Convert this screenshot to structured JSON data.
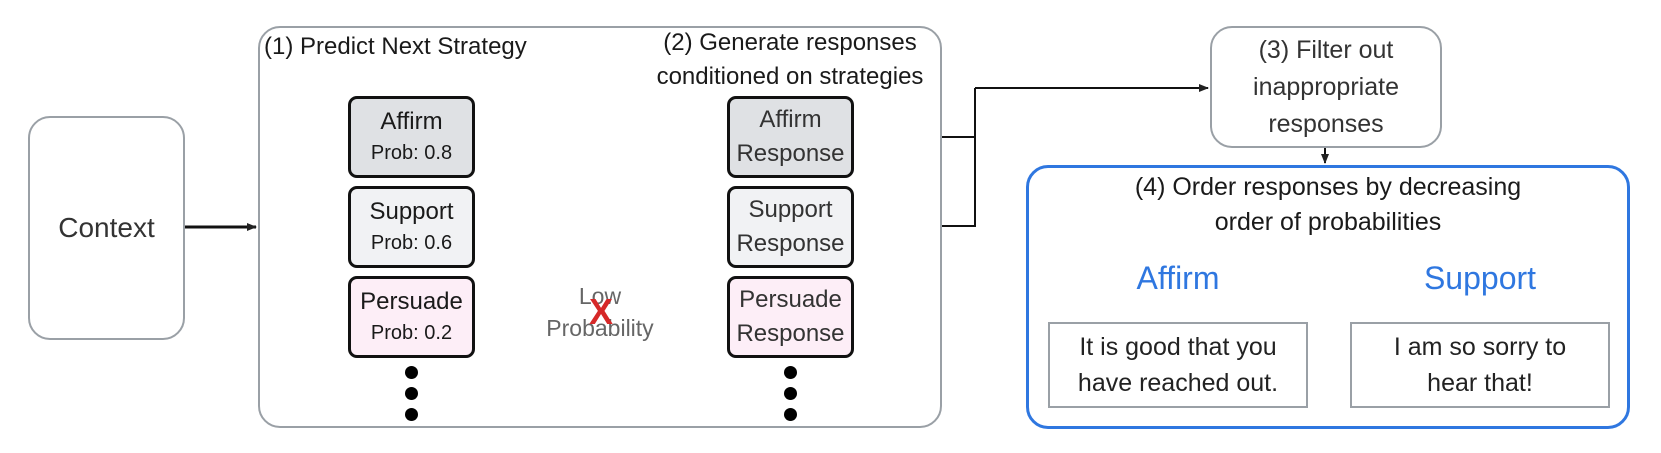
{
  "context": {
    "label": "Context"
  },
  "step1": {
    "title": "(1) Predict Next Strategy"
  },
  "step2": {
    "title_line1": "(2) Generate responses",
    "title_line2": "conditioned on strategies"
  },
  "step3": {
    "line1": "(3) Filter out",
    "line2": "inappropriate",
    "line3": "responses"
  },
  "step4": {
    "line1": "(4) Order responses by decreasing",
    "line2": "order of probabilities"
  },
  "strategies": [
    {
      "name": "Affirm",
      "prob": "Prob: 0.8"
    },
    {
      "name": "Support",
      "prob": "Prob: 0.6"
    },
    {
      "name": "Persuade",
      "prob": "Prob: 0.2"
    }
  ],
  "responses": [
    {
      "line1": "Affirm",
      "line2": "Response"
    },
    {
      "line1": "Support",
      "line2": "Response"
    },
    {
      "line1": "Persuade",
      "line2": "Response"
    }
  ],
  "low_prob": {
    "line1": "Low",
    "line2": "Probability",
    "mark": "X"
  },
  "ordered": [
    {
      "strategy": "Affirm",
      "text_line1": "It is good that you",
      "text_line2": "have reached out."
    },
    {
      "strategy": "Support",
      "text_line1": "I am so sorry to",
      "text_line2": "hear that!"
    }
  ],
  "colors": {
    "blue": "#2f77e0",
    "reject": "#d62828",
    "border_grey": "#9aa0a6"
  }
}
